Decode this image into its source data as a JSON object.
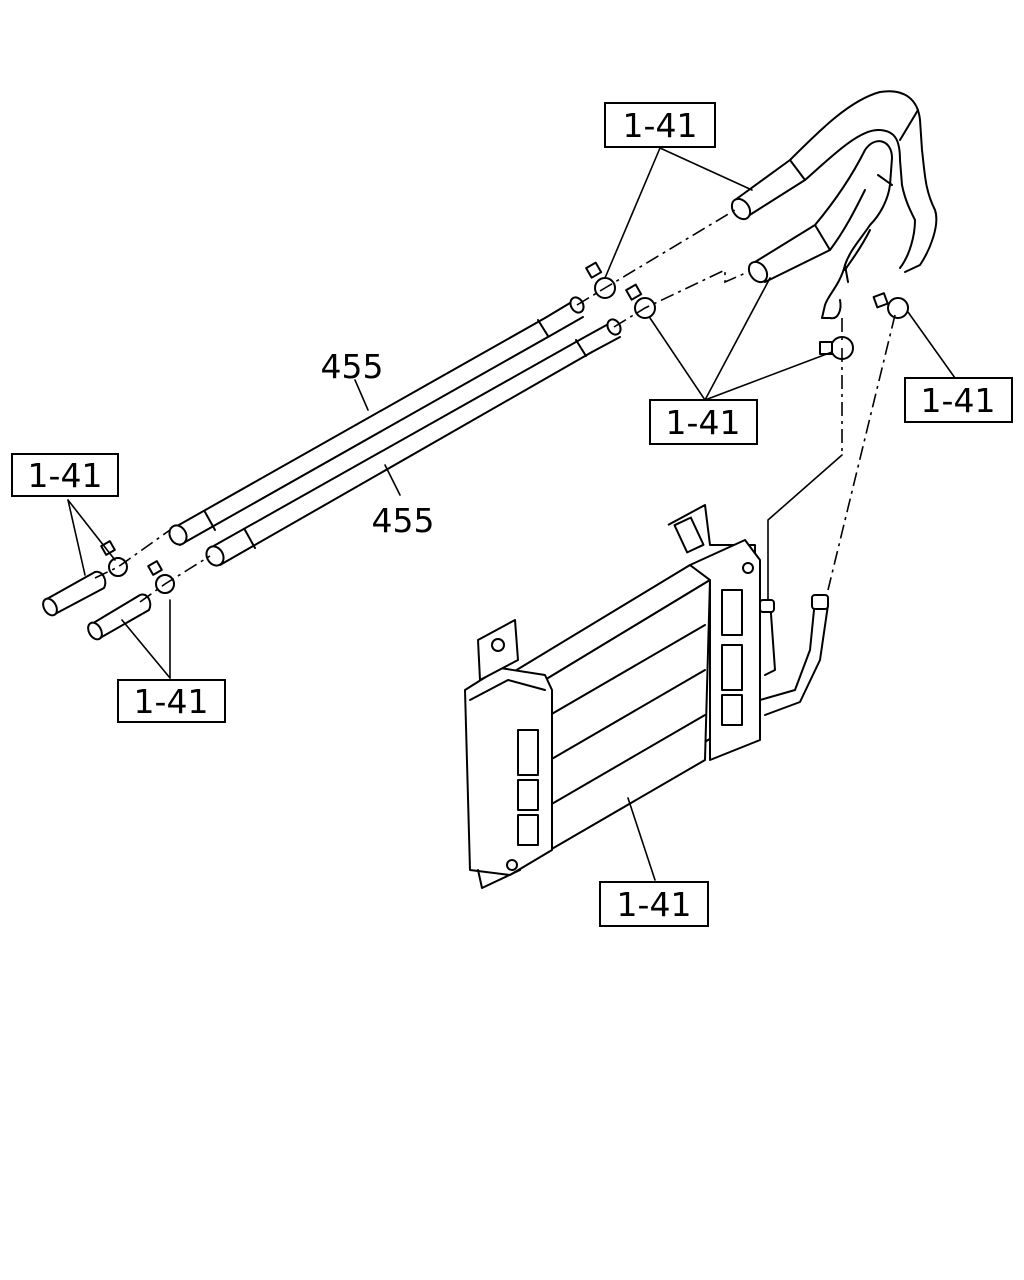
{
  "callouts": {
    "top_center": "1-41",
    "middle_right": "1-41",
    "far_right": "1-41",
    "left_upper": "1-41",
    "left_lower": "1-41",
    "bottom_center": "1-41"
  },
  "part_labels": {
    "pipe_upper": "455",
    "pipe_lower": "455"
  }
}
